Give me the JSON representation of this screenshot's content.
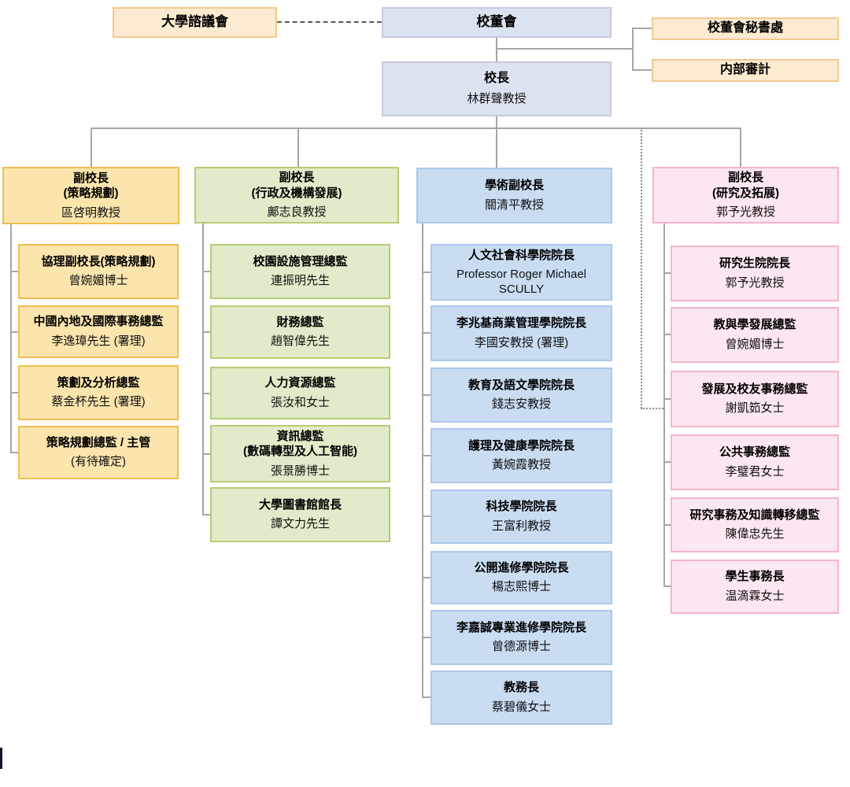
{
  "colors": {
    "top_orange_fill": "#FCEAD1",
    "top_orange_border": "#F3C98F",
    "top_blue_fill": "#DCE3F0",
    "top_blue_border": "#CDC6E0",
    "yellow_fill": "#FBE5AD",
    "yellow_border": "#EFBE4E",
    "green_fill": "#E0ECC9",
    "green_border": "#B6CC74",
    "blue_fill": "#C9DCF2",
    "blue_border": "#ABC9EA",
    "pink_fill": "#FCE6F1",
    "pink_border": "#F3B3D0",
    "line": "#A6A6A6",
    "dashed_line": "#595959"
  },
  "top": {
    "council": {
      "title": "大學諮議會"
    },
    "board": {
      "title": "校董會"
    },
    "secretariat": {
      "title": "校董會秘書處"
    },
    "audit": {
      "title": "内部審計"
    },
    "president": {
      "title": "校長",
      "name": "林群聲教授"
    }
  },
  "columns": [
    {
      "header": {
        "title": "副校長\n(策略規劃)",
        "name": "區啓明教授"
      },
      "children": [
        {
          "title": "協理副校長(策略規劃)",
          "name": "曾婉媚博士"
        },
        {
          "title": "中國內地及國際事務總監",
          "name": "李逸璋先生 (署理)"
        },
        {
          "title": "策劃及分析總監",
          "name": "蔡金杯先生 (署理)"
        },
        {
          "title": "策略規劃總監 / 主管",
          "name": "(有待確定)"
        }
      ]
    },
    {
      "header": {
        "title": "副校長\n(行政及機構發展)",
        "name": "鄺志良教授"
      },
      "children": [
        {
          "title": "校園設施管理總監",
          "name": "連振明先生"
        },
        {
          "title": "財務總監",
          "name": "趙智偉先生"
        },
        {
          "title": "人力資源總監",
          "name": "張汝和女士"
        },
        {
          "title": "資訊總監\n(數碼轉型及人工智能)",
          "name": "張景勝博士"
        },
        {
          "title": "大學圖書館館長",
          "name": "譚文力先生"
        }
      ]
    },
    {
      "header": {
        "title": "學術副校長",
        "name": "關清平教授"
      },
      "children": [
        {
          "title": "人文社會科學院院長",
          "name": "Professor Roger Michael SCULLY"
        },
        {
          "title": "李兆基商業管理學院院長",
          "name": "李國安教授 (署理)"
        },
        {
          "title": "教育及語文學院院長",
          "name": "錢志安教授"
        },
        {
          "title": "護理及健康學院院長",
          "name": "黃婉霞教授"
        },
        {
          "title": "科技學院院長",
          "name": "王富利教授"
        },
        {
          "title": "公開進修學院院長",
          "name": "楊志熙博士"
        },
        {
          "title": "李嘉誠專業進修學院院長",
          "name": "曾德源博士"
        },
        {
          "title": "教務長",
          "name": "蔡碧儀女士"
        }
      ]
    },
    {
      "header": {
        "title": "副校長\n(研究及拓展)",
        "name": "郭予光教授"
      },
      "children": [
        {
          "title": "研究生院院長",
          "name": "郭予光教授"
        },
        {
          "title": "教與學發展總監",
          "name": "曾婉媚博士"
        },
        {
          "title": "發展及校友事務總監",
          "name": "謝凱筎女士"
        },
        {
          "title": "公共事務總監",
          "name": "李璧君女士"
        },
        {
          "title": "研究事務及知識轉移總監",
          "name": "陳偉忠先生"
        },
        {
          "title": "學生事務長",
          "name": "温滴霖女士"
        }
      ]
    }
  ]
}
